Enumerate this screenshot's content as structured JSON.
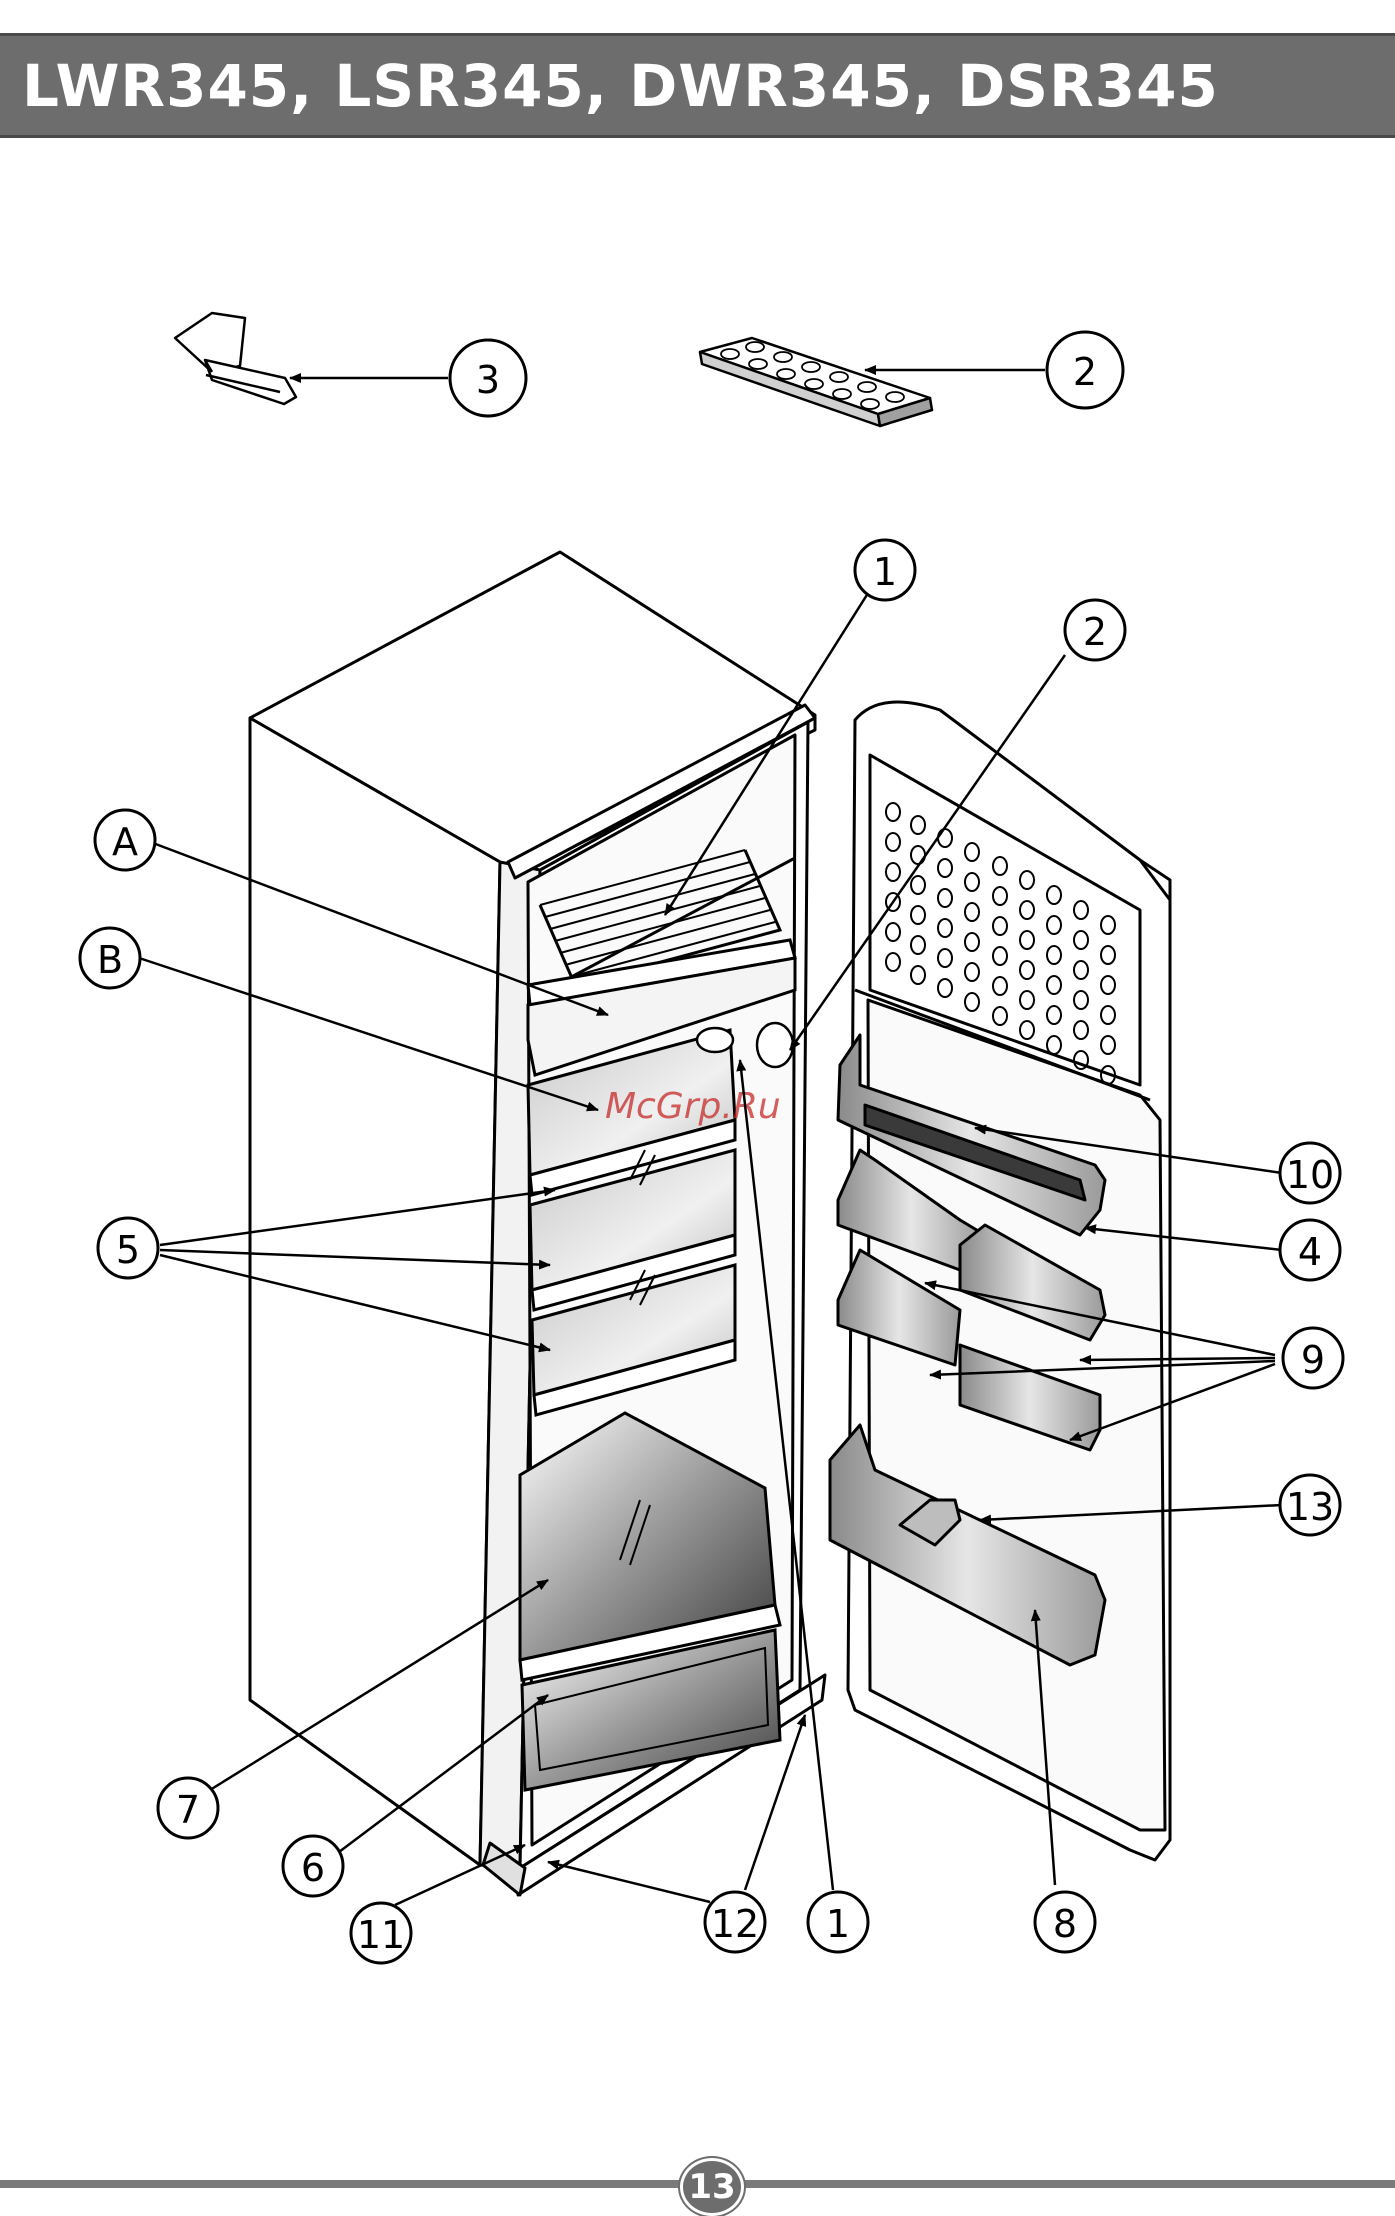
{
  "header": {
    "title": "LWR345, LSR345, DWR345, DSR345"
  },
  "watermark": "McGrp.Ru",
  "callouts": {
    "ice_scoop": "3",
    "ice_tray": "2",
    "freezer_shelf": "1",
    "tray_holder": "2",
    "label_a": "A",
    "label_b": "B",
    "glass_shelves": "5",
    "butter_box": "10",
    "egg_tray": "4",
    "door_shelves": "9",
    "bottle_holder": "13",
    "crisper_cover": "7",
    "crisper": "6",
    "kick_plate": "11",
    "feet": "12",
    "fridge_light": "1",
    "bottle_shelf": "8"
  },
  "footer": {
    "page_number": "13"
  }
}
